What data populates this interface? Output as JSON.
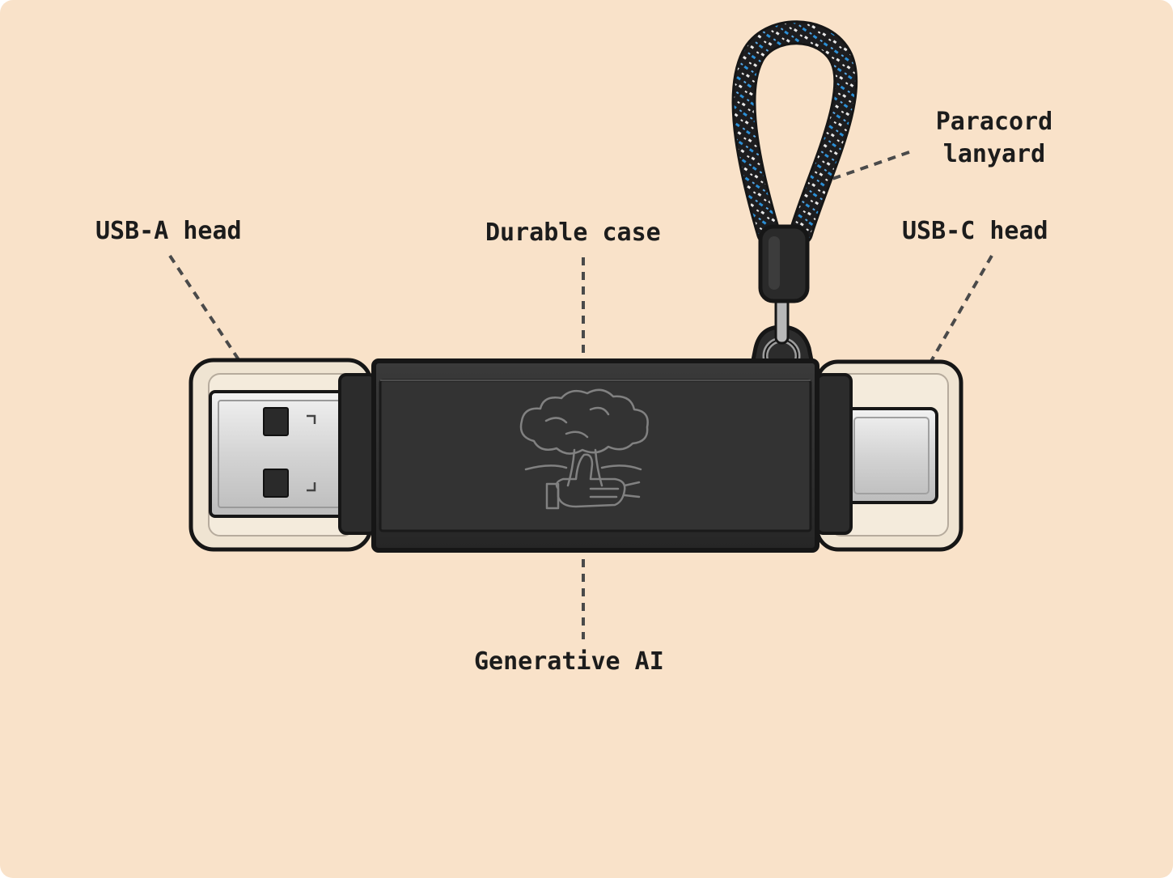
{
  "colors": {
    "background": "#f9e2c9",
    "outline": "#161616",
    "case": "#2b2b2b",
    "case_face": "#333333",
    "metal": "#d8d8d8",
    "translucent_shell": "#efe4d2",
    "cord_accent": "#2b8fd6",
    "leader": "#4a4a4a"
  },
  "labels": {
    "usb_a": "USB-A head",
    "durable_case": "Durable case",
    "usb_c": "USB-C head",
    "paracord_line1": "Paracord",
    "paracord_line2": "lanyard",
    "generative_ai": "Generative AI"
  },
  "icons": {
    "engraving": "mushroom-cloud-thumbs-up-icon"
  }
}
